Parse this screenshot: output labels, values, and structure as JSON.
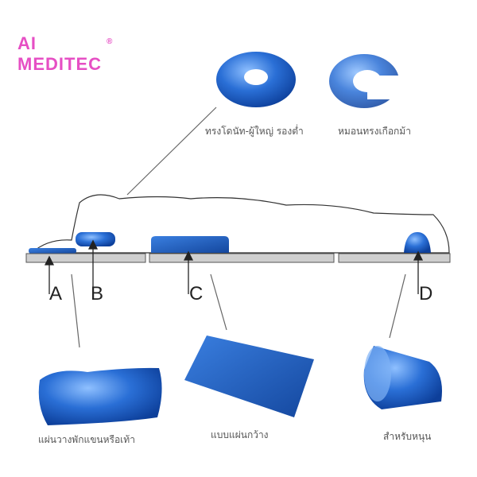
{
  "logo": {
    "line1": "AI",
    "line2": "MEDITEC",
    "mark": "®"
  },
  "products": {
    "donut": "ทรงโดนัท-ผู้ใหญ่ รองต่ำ",
    "horseshoe": "หมอนทรงเกือกม้า",
    "arm_pad": "แผ่นวางพักแขนหรือเท้า",
    "wide_sheet": "แบบแผ่นกว้าง",
    "roll": "สำหรับหนุน"
  },
  "markers": {
    "a": "A",
    "b": "B",
    "c": "C",
    "d": "D"
  },
  "colors": {
    "brand": "#e64fc4",
    "gel": "#2a6fd6",
    "table": "#c9c9c9"
  }
}
